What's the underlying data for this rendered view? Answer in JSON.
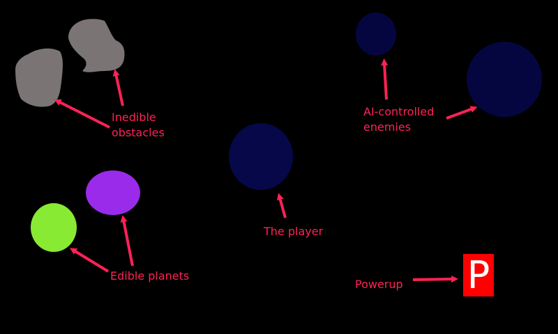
{
  "labels": {
    "obstacles_line1": "Inedible",
    "obstacles_line2": "obstacles",
    "enemies_line1": "AI-controlled",
    "enemies_line2": "enemies",
    "player": "The player",
    "planets": "Edible planets",
    "powerup": "Powerup"
  },
  "powerup": {
    "letter": "P"
  },
  "colors": {
    "background": "#000000",
    "annotation": "#ff2255",
    "obstacle": "#7a7474",
    "enemy": "#050640",
    "player": "#06084a",
    "planet_purple": "#9a2bea",
    "planet_green": "#88ea33",
    "powerup_bg": "#ff0000",
    "powerup_fg": "#ffffff"
  }
}
